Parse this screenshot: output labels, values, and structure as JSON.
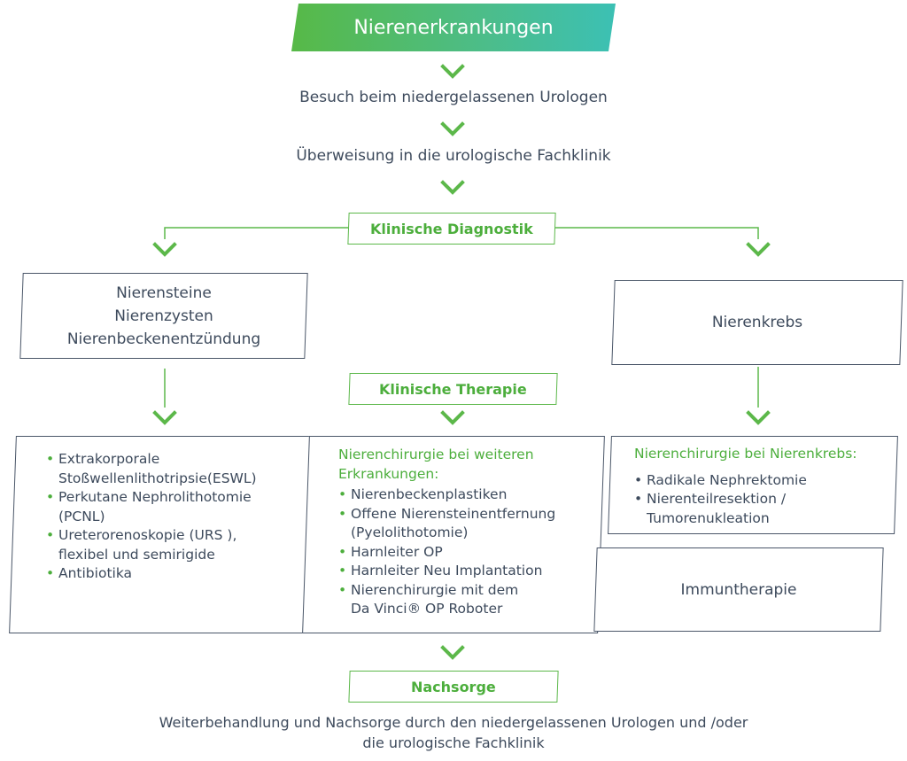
{
  "title": "Nierenerkrankungen",
  "steps": {
    "step1": "Besuch beim niedergelassenen Urologen",
    "step2": "Überweisung in die urologische Fachklinik"
  },
  "tags": {
    "diagnostik": "Klinische Diagnostik",
    "therapie": "Klinische Therapie",
    "nachsorge": "Nachsorge"
  },
  "left_box": {
    "lines": [
      "Nierensteine",
      "Nierenzysten",
      "Nierenbeckenentzündung"
    ]
  },
  "right_box": {
    "label": "Nierenkrebs"
  },
  "left_therapy": {
    "items": [
      [
        "Extrakorporale",
        "Stoßwellenlithotripsie(ESWL)"
      ],
      [
        "Perkutane Nephrolithotomie",
        "(PCNL)"
      ],
      [
        "Ureterorenoskopie (URS ),",
        "flexibel und semirigide"
      ],
      [
        "Antibiotika"
      ]
    ]
  },
  "middle_therapy": {
    "heading": [
      "Nierenchirurgie bei weiteren",
      "Erkrankungen:"
    ],
    "items": [
      [
        "Nierenbeckenplastiken"
      ],
      [
        "Offene Nierensteinentfernung",
        "(Pyelolithotomie)"
      ],
      [
        "Harnleiter OP"
      ],
      [
        "Harnleiter Neu Implantation"
      ],
      [
        "Nierenchirurgie mit dem",
        "Da Vinci® OP Roboter"
      ]
    ]
  },
  "right_therapy": {
    "heading": "Nierenchirurgie bei Nierenkrebs:",
    "items": [
      [
        "Radikale Nephrektomie"
      ],
      [
        "Nierenteilresektion /",
        "Tumorenukleation"
      ]
    ]
  },
  "immuntherapie": {
    "label": "Immuntherapie"
  },
  "footer": {
    "line1": "Weiterbehandlung und Nachsorge durch den niedergelassenen Urologen und /oder",
    "line2": "die urologische Fachklinik"
  },
  "colors": {
    "green": "#5cb84a",
    "text": "#3d4a5c",
    "title_gradient_start": "#57b947",
    "title_gradient_end": "#3cc0b4"
  },
  "bullet": "•"
}
